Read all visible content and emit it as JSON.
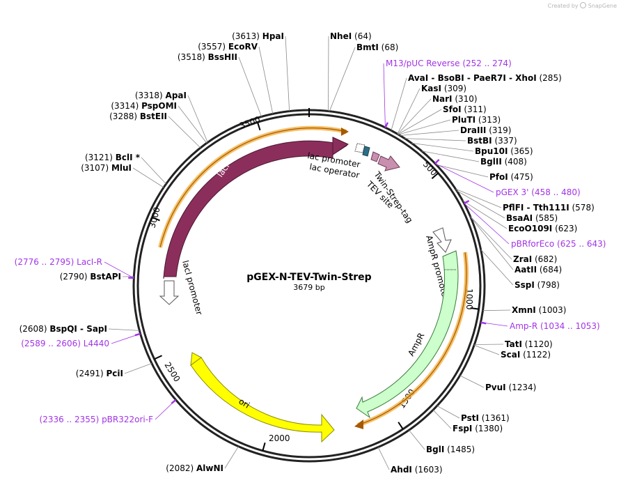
{
  "credit": {
    "text": "Created by",
    "brand": "SnapGene"
  },
  "plasmid": {
    "name": "pGEX-N-TEV-Twin-Strep",
    "length": "3679 bp"
  },
  "ticks": [
    "500",
    "1000",
    "1500",
    "2000",
    "2500",
    "3000",
    "3500"
  ],
  "features": {
    "lacI": "lacI",
    "lacI_promoter": "lacI promoter",
    "lac_promoter": "lac promoter",
    "lac_operator": "lac operator",
    "twin_strep": "Twin-Strep-tag",
    "tev": "TEV site",
    "ampr_promoter": "AmpR promoter",
    "ampr": "AmpR",
    "ori": "ori"
  },
  "enzymes_right": [
    {
      "name": "NheI",
      "pos": "(64)"
    },
    {
      "name": "BmtI",
      "pos": "(68)"
    },
    {
      "name": "AvaI - BsoBI - PaeR7I - XhoI",
      "pos": "(285)"
    },
    {
      "name": "KasI",
      "pos": "(309)"
    },
    {
      "name": "NarI",
      "pos": "(310)"
    },
    {
      "name": "SfoI",
      "pos": "(311)"
    },
    {
      "name": "PluTI",
      "pos": "(313)"
    },
    {
      "name": "DraIII",
      "pos": "(319)"
    },
    {
      "name": "BstBI",
      "pos": "(337)"
    },
    {
      "name": "Bpu10I",
      "pos": "(365)"
    },
    {
      "name": "BglII",
      "pos": "(408)"
    },
    {
      "name": "PfoI",
      "pos": "(475)"
    },
    {
      "name": "PflFI - Tth111I",
      "pos": "(578)"
    },
    {
      "name": "BsaAI",
      "pos": "(585)"
    },
    {
      "name": "EcoO109I",
      "pos": "(623)"
    },
    {
      "name": "ZraI",
      "pos": "(682)"
    },
    {
      "name": "AatII",
      "pos": "(684)"
    },
    {
      "name": "SspI",
      "pos": "(798)"
    },
    {
      "name": "XmnI",
      "pos": "(1003)"
    },
    {
      "name": "TatI",
      "pos": "(1120)"
    },
    {
      "name": "ScaI",
      "pos": "(1122)"
    },
    {
      "name": "PvuI",
      "pos": "(1234)"
    },
    {
      "name": "PstI",
      "pos": "(1361)"
    },
    {
      "name": "FspI",
      "pos": "(1380)"
    },
    {
      "name": "BglI",
      "pos": "(1485)"
    },
    {
      "name": "AhdI",
      "pos": "(1603)"
    }
  ],
  "enzymes_left": [
    {
      "name": "HpaI",
      "pos": "(3613)"
    },
    {
      "name": "EcoRV",
      "pos": "(3557)"
    },
    {
      "name": "BssHII",
      "pos": "(3518)"
    },
    {
      "name": "ApaI",
      "pos": "(3318)"
    },
    {
      "name": "PspOMI",
      "pos": "(3314)"
    },
    {
      "name": "BstEII",
      "pos": "(3288)"
    },
    {
      "name": "BclI *",
      "pos": "(3121)"
    },
    {
      "name": "MluI",
      "pos": "(3107)"
    },
    {
      "name": "BstAPI",
      "pos": "(2790)"
    },
    {
      "name": "BspQI - SapI",
      "pos": "(2608)"
    },
    {
      "name": "PciI",
      "pos": "(2491)"
    },
    {
      "name": "AlwNI",
      "pos": "(2082)"
    }
  ],
  "primers": [
    {
      "name": "M13/pUC Reverse",
      "range": "(252 .. 274)"
    },
    {
      "name": "pGEX 3'",
      "range": "(458 .. 480)"
    },
    {
      "name": "pBRforEco",
      "range": "(625 .. 643)"
    },
    {
      "name": "Amp-R",
      "range": "(1034 .. 1053)"
    },
    {
      "name": "LacI-R",
      "range": "(2776 .. 2795)"
    },
    {
      "name": "L4440",
      "range": "(2589 .. 2606)"
    },
    {
      "name": "pBR322ori-F",
      "range": "(2336 .. 2355)"
    }
  ],
  "colors": {
    "lacI": "#8c2e5c",
    "ampr": "#ccffcc",
    "ori": "#ffff00",
    "orf_highlight": "#f5b041",
    "primer": "#a233e6",
    "twin_strep": "#c98fae",
    "operator": "#2c6d87"
  }
}
